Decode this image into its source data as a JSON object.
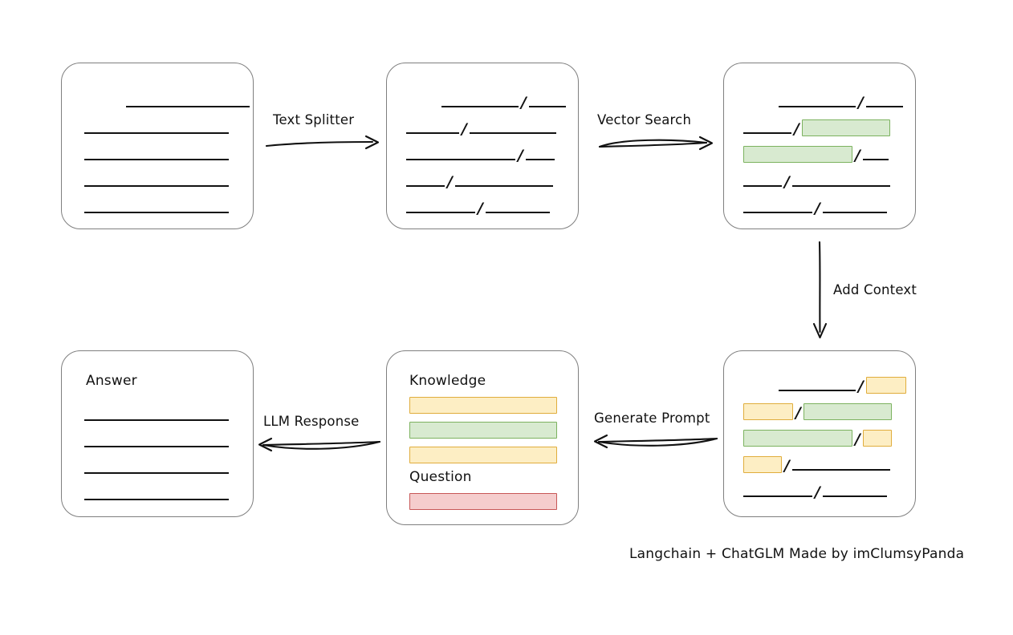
{
  "diagram": {
    "footer_caption": "Langchain + ChatGLM Made by imClumsyPanda",
    "colors": {
      "green_fill": "#d8ead0",
      "green_border": "#7cb25f",
      "yellow_fill": "#fdeec4",
      "yellow_border": "#e0ad3c",
      "red_fill": "#f5cdcd",
      "red_border": "#c75757",
      "box_border": "#7f7f7f",
      "line": "#111111"
    },
    "separator_glyph": "/",
    "nodes": {
      "source_document": {
        "title": "",
        "rows": [
          {
            "lead": 52,
            "parts": [
              {
                "kind": "line",
                "w": 154
              }
            ]
          },
          {
            "lead": 0,
            "parts": [
              {
                "kind": "line",
                "w": 180
              }
            ]
          },
          {
            "lead": 0,
            "parts": [
              {
                "kind": "line",
                "w": 180
              }
            ]
          },
          {
            "lead": 0,
            "parts": [
              {
                "kind": "line",
                "w": 180
              }
            ]
          },
          {
            "lead": 0,
            "parts": [
              {
                "kind": "line",
                "w": 180
              }
            ]
          }
        ]
      },
      "split_chunks": {
        "title": "",
        "rows": [
          {
            "lead": 44,
            "parts": [
              {
                "kind": "line",
                "w": 96
              },
              {
                "kind": "slash"
              },
              {
                "kind": "line",
                "w": 46
              }
            ]
          },
          {
            "lead": 0,
            "parts": [
              {
                "kind": "line",
                "w": 66
              },
              {
                "kind": "slash"
              },
              {
                "kind": "line",
                "w": 108
              }
            ]
          },
          {
            "lead": 0,
            "parts": [
              {
                "kind": "line",
                "w": 136
              },
              {
                "kind": "slash"
              },
              {
                "kind": "line",
                "w": 36
              }
            ]
          },
          {
            "lead": 0,
            "parts": [
              {
                "kind": "line",
                "w": 48
              },
              {
                "kind": "slash"
              },
              {
                "kind": "line",
                "w": 122
              }
            ]
          },
          {
            "lead": 0,
            "parts": [
              {
                "kind": "line",
                "w": 86
              },
              {
                "kind": "slash"
              },
              {
                "kind": "line",
                "w": 80
              }
            ]
          }
        ]
      },
      "matched_chunks": {
        "title": "",
        "rows": [
          {
            "lead": 44,
            "parts": [
              {
                "kind": "line",
                "w": 96
              },
              {
                "kind": "slash"
              },
              {
                "kind": "line",
                "w": 46
              }
            ]
          },
          {
            "lead": 0,
            "parts": [
              {
                "kind": "line",
                "w": 60
              },
              {
                "kind": "slash"
              },
              {
                "kind": "chunk",
                "w": 110,
                "color": "green"
              }
            ]
          },
          {
            "lead": 0,
            "parts": [
              {
                "kind": "chunk",
                "w": 136,
                "color": "green"
              },
              {
                "kind": "slash"
              },
              {
                "kind": "line",
                "w": 32
              }
            ]
          },
          {
            "lead": 0,
            "parts": [
              {
                "kind": "line",
                "w": 48
              },
              {
                "kind": "slash"
              },
              {
                "kind": "line",
                "w": 122
              }
            ]
          },
          {
            "lead": 0,
            "parts": [
              {
                "kind": "line",
                "w": 86
              },
              {
                "kind": "slash"
              },
              {
                "kind": "line",
                "w": 80
              }
            ]
          }
        ]
      },
      "context_chunks": {
        "title": "",
        "rows": [
          {
            "lead": 44,
            "parts": [
              {
                "kind": "line",
                "w": 96
              },
              {
                "kind": "slash"
              },
              {
                "kind": "chunk",
                "w": 50,
                "color": "yellow"
              }
            ]
          },
          {
            "lead": 0,
            "parts": [
              {
                "kind": "chunk",
                "w": 62,
                "color": "yellow"
              },
              {
                "kind": "slash"
              },
              {
                "kind": "chunk",
                "w": 110,
                "color": "green"
              }
            ]
          },
          {
            "lead": 0,
            "parts": [
              {
                "kind": "chunk",
                "w": 136,
                "color": "green"
              },
              {
                "kind": "slash"
              },
              {
                "kind": "chunk",
                "w": 36,
                "color": "yellow"
              }
            ]
          },
          {
            "lead": 0,
            "parts": [
              {
                "kind": "chunk",
                "w": 48,
                "color": "yellow"
              },
              {
                "kind": "slash"
              },
              {
                "kind": "line",
                "w": 122
              }
            ]
          },
          {
            "lead": 0,
            "parts": [
              {
                "kind": "line",
                "w": 86
              },
              {
                "kind": "slash"
              },
              {
                "kind": "line",
                "w": 80
              }
            ]
          }
        ]
      },
      "prompt": {
        "knowledge_label": "Knowledge",
        "question_label": "Question",
        "knowledge_bars": [
          {
            "color": "yellow"
          },
          {
            "color": "green"
          },
          {
            "color": "yellow"
          }
        ],
        "question_bars": [
          {
            "color": "red"
          }
        ]
      },
      "answer": {
        "title": "Answer",
        "rows": [
          {
            "lead": 0,
            "parts": [
              {
                "kind": "line",
                "w": 180
              }
            ]
          },
          {
            "lead": 0,
            "parts": [
              {
                "kind": "line",
                "w": 180
              }
            ]
          },
          {
            "lead": 0,
            "parts": [
              {
                "kind": "line",
                "w": 180
              }
            ]
          },
          {
            "lead": 0,
            "parts": [
              {
                "kind": "line",
                "w": 180
              }
            ]
          }
        ]
      }
    },
    "edges": {
      "text_splitter": {
        "label": "Text Splitter",
        "direction": "right"
      },
      "vector_search": {
        "label": "Vector Search",
        "direction": "right"
      },
      "add_context": {
        "label": "Add Context",
        "direction": "down"
      },
      "generate_prompt": {
        "label": "Generate Prompt",
        "direction": "left"
      },
      "llm_response": {
        "label": "LLM Response",
        "direction": "left"
      }
    }
  }
}
